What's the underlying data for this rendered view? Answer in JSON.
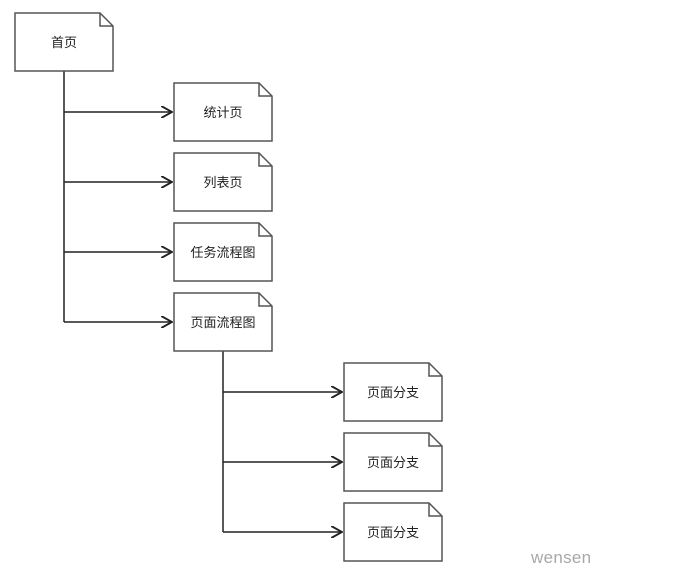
{
  "colors": {
    "stroke": "#555555",
    "fill": "#ffffff",
    "connector": "#222222",
    "text": "#222222",
    "watermark": "#a8a8a8"
  },
  "nodes": {
    "home": "首页",
    "stats": "统计页",
    "list": "列表页",
    "task_flow": "任务流程图",
    "page_flow": "页面流程图",
    "branch_1": "页面分支",
    "branch_2": "页面分支",
    "branch_3": "页面分支"
  },
  "watermark": "wensen"
}
